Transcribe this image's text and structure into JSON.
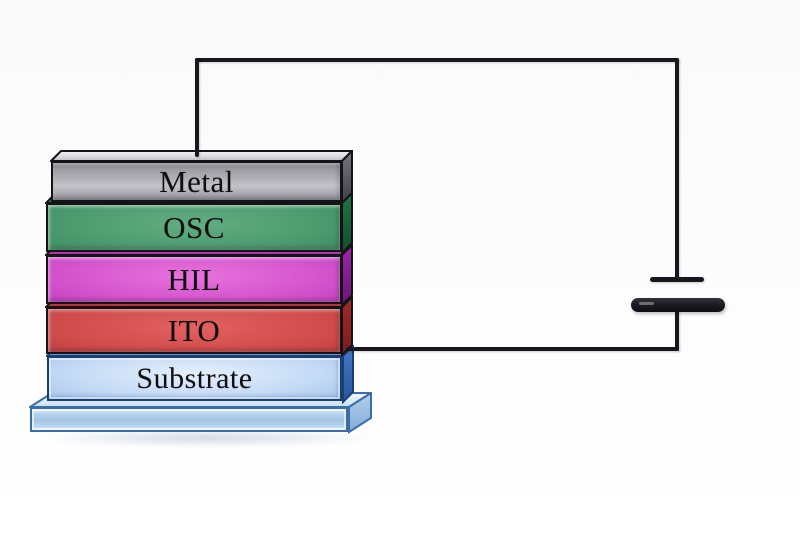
{
  "diagram": {
    "type": "organic-semiconductor-device-stack-with-battery-circuit",
    "background_color": "#fbfbfc",
    "stack": {
      "layers": [
        {
          "id": "metal",
          "label": "Metal",
          "face_color": "#aaaab1",
          "top_color": "#e8e8ec",
          "side_color": "#55555d"
        },
        {
          "id": "osc",
          "label": "OSC",
          "face_color": "#479668",
          "top_color": "#35895c",
          "side_color": "#1d6a41"
        },
        {
          "id": "hil",
          "label": "HIL",
          "face_color": "#cf4fc8",
          "top_color": "#b73ab8",
          "side_color": "#8d1f96"
        },
        {
          "id": "ito",
          "label": "ITO",
          "face_color": "#d04c4c",
          "top_color": "#bc3c3c",
          "side_color": "#952525"
        },
        {
          "id": "substrate",
          "label": "Substrate",
          "face_color": "#a9c9f0",
          "top_color": "#6f9fd9",
          "side_color": "#3366b8"
        }
      ],
      "base_plate": {
        "id": "base-plate",
        "color": "#bcd7ee"
      }
    },
    "circuit": {
      "wire_color": "#17171d",
      "battery": {
        "plate_color": "#17171d",
        "top_plate": "thin",
        "bottom_plate": "thick"
      }
    }
  }
}
